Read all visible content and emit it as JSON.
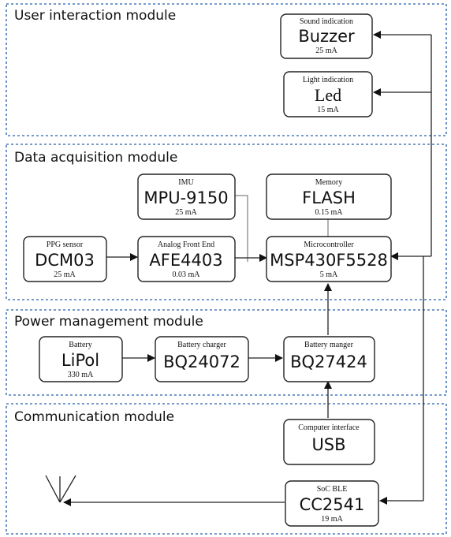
{
  "modules": {
    "user": "User interaction module",
    "data": "Data acquisition module",
    "power": "Power management module",
    "comm": "Communication module"
  },
  "blocks": {
    "buzzer": {
      "label": "Sound indication",
      "name": "Buzzer",
      "current": "25 mA"
    },
    "led": {
      "label": "Light indication",
      "name": "Led",
      "current": "15 mA"
    },
    "imu": {
      "label": "IMU",
      "name": "MPU-9150",
      "current": "25 mA"
    },
    "flash": {
      "label": "Memory",
      "name": "FLASH",
      "current": "0.15 mA"
    },
    "ppg": {
      "label": "PPG sensor",
      "name": "DCM03",
      "current": "25 mA"
    },
    "afe": {
      "label": "Analog Front End",
      "name": "AFE4403",
      "current": "0.03 mA"
    },
    "mcu": {
      "label": "Microcontroller",
      "name": "MSP430F5528",
      "current": "5 mA"
    },
    "battery": {
      "label": "Battery",
      "name": "LiPol",
      "current": "330 mA"
    },
    "charger": {
      "label": "Battery charger",
      "name": "BQ24072"
    },
    "manager": {
      "label": "Battery manger",
      "name": "BQ27424"
    },
    "usb": {
      "label": "Computer interface",
      "name": "USB"
    },
    "ble": {
      "label": "SoC BLE",
      "name": "CC2541",
      "current": "19 mA"
    }
  },
  "icons": {
    "antenna": "antenna-icon"
  }
}
